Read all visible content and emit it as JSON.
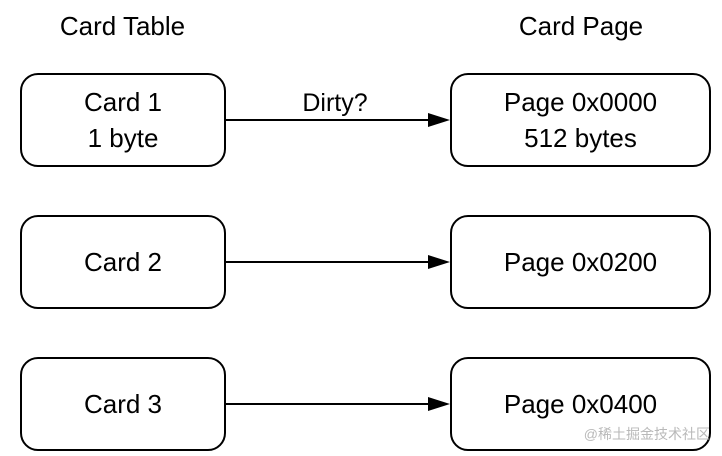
{
  "headers": {
    "card_table": "Card Table",
    "card_page": "Card Page"
  },
  "cards": [
    {
      "line1": "Card 1",
      "line2": "1 byte"
    },
    {
      "line1": "Card 2"
    },
    {
      "line1": "Card 3"
    }
  ],
  "pages": [
    {
      "line1": "Page 0x0000",
      "line2": "512 bytes"
    },
    {
      "line1": "Page 0x0200"
    },
    {
      "line1": "Page 0x0400"
    }
  ],
  "edges": [
    {
      "label": "Dirty?"
    }
  ],
  "watermark": "@稀土掘金技术社区"
}
